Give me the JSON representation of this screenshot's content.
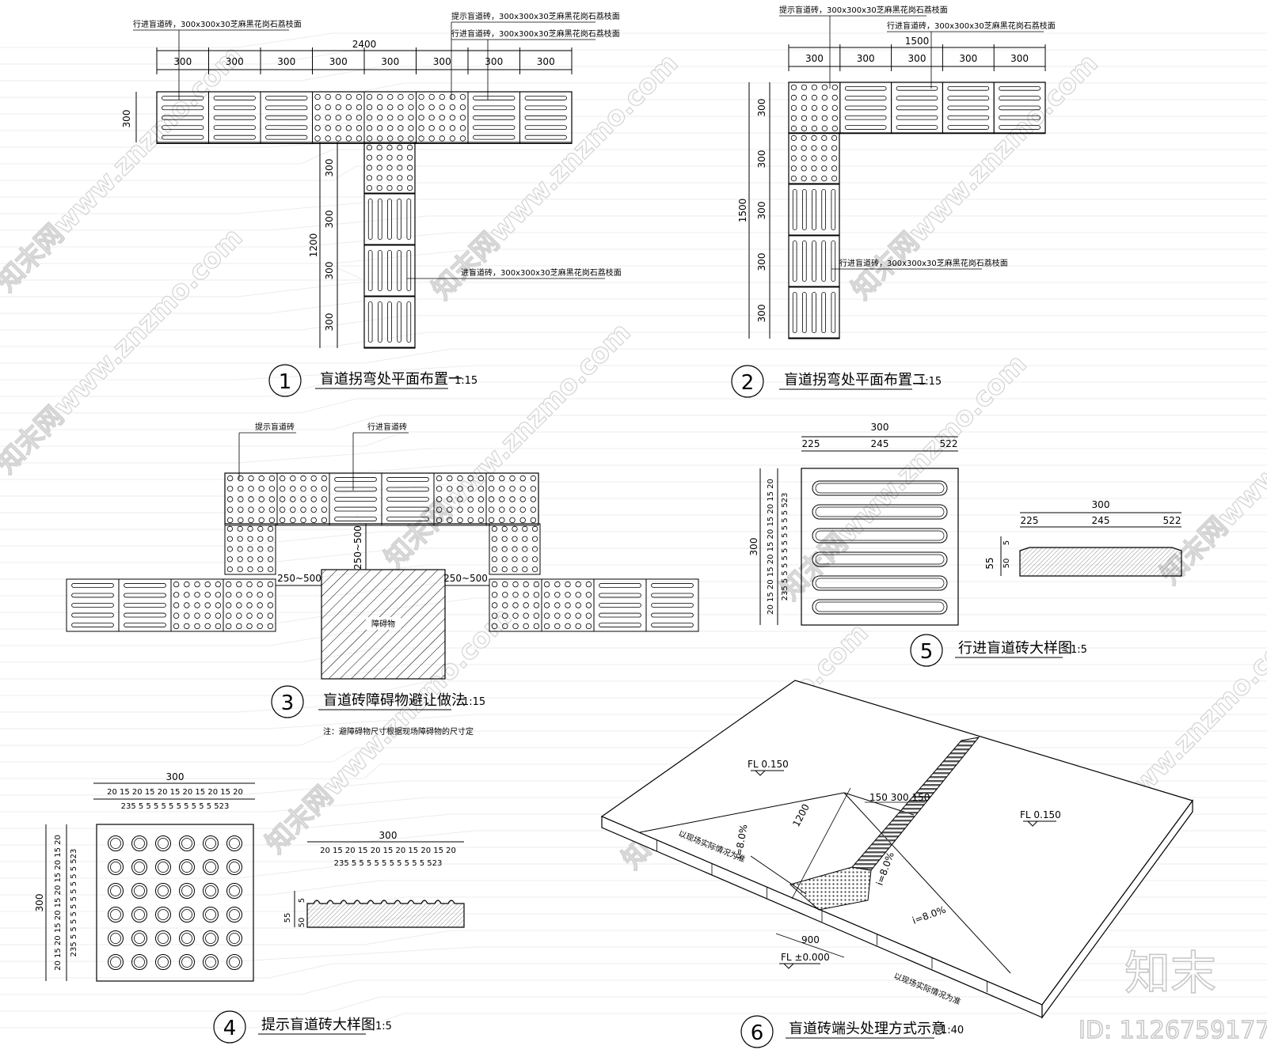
{
  "watermark": {
    "site": "知末网www.znzmo.com",
    "logo": "知末",
    "id": "ID: 1126759177"
  },
  "detail1": {
    "number": "1",
    "title": "盲道拐弯处平面布置一",
    "scale": "1:15",
    "dim_total": "2400",
    "dim_unit": "300",
    "dim_height": "300",
    "dim_col_total": "1200",
    "anno_walk": "行进盲道砖，300x300x30芝麻黑花岗石荔枝面",
    "anno_warn": "提示盲道砖，300x300x30芝麻黑花岗石荔枝面",
    "anno_walk2": "行进盲道砖，300x300x30芝麻黑花岗石荔枝面",
    "anno_advance": "进盲道砖，300x300x30芝麻黑花岗石荔枝面",
    "row_tiles": [
      "bar",
      "bar",
      "bar",
      "dot",
      "dot",
      "dot",
      "bar",
      "bar"
    ],
    "col_tiles": [
      "dot",
      "vbar",
      "vbar",
      "vbar"
    ]
  },
  "detail2": {
    "number": "2",
    "title": "盲道拐弯处平面布置二",
    "scale": "1:15",
    "dim_total": "1500",
    "dim_unit": "300",
    "dim_col_total": "1500",
    "anno_warn": "提示盲道砖，300x300x30芝麻黑花岗石荔枝面",
    "anno_walk": "行进盲道砖，300x300x30芝麻黑花岗石荔枝面",
    "anno_walk3": "行进盲道砖，300x300x30芝麻黑花岗石荔枝面",
    "row_tiles": [
      "dot",
      "bar",
      "bar",
      "bar",
      "bar"
    ],
    "col_tiles": [
      "dot",
      "vbar",
      "vbar",
      "vbar"
    ]
  },
  "detail3": {
    "number": "3",
    "title": "盲道砖障碍物避让做法",
    "scale": "1:15",
    "note": "注：避障碍物尺寸根据现场障碍物的尺寸定",
    "obstacle": "障碍物",
    "dim_clear": "250~500",
    "anno_warn": "提示盲道砖",
    "anno_walk": "行进盲道砖",
    "top_tiles": [
      "dot",
      "dot",
      "bar",
      "bar",
      "dot",
      "dot"
    ],
    "left_tiles": [
      "bar",
      "bar",
      "dot",
      "dot"
    ],
    "right_tiles": [
      "dot",
      "dot",
      "bar",
      "bar"
    ]
  },
  "detail4": {
    "number": "4",
    "title": "提示盲道砖大样图",
    "scale": "1:5",
    "dim_total": "300",
    "chain_a": "20 15 20 15 20 15 20 15 20 15 20",
    "chain_b": "235 5 5 5 5 5 5 5 5 5 5 523",
    "sec_h": "55",
    "sec_base": "50",
    "sec_top": "5"
  },
  "detail5": {
    "number": "5",
    "title": "行进盲道砖大样图",
    "scale": "1:5",
    "dim_total": "300",
    "d_left": "225",
    "d_mid": "245",
    "d_right": "522",
    "chain_side": "20 15 20 15 20 15 20 15 20 15 20",
    "chain_side_b": "235 5 5 5 5 5 5 5 5 5 5 523",
    "sec_h": "55",
    "sec_base": "50",
    "sec_top": "5"
  },
  "detail6": {
    "number": "6",
    "title": "盲道砖端头处理方式示意",
    "scale": "1:40",
    "fl_top": "FL 0.150",
    "fl_bottom": "FL ±0.000",
    "slope": "i=8.0%",
    "d_ramp": "1200",
    "d_strip": "150 300 150",
    "d_width": "900",
    "note_site": "以现场实际情况为准"
  }
}
